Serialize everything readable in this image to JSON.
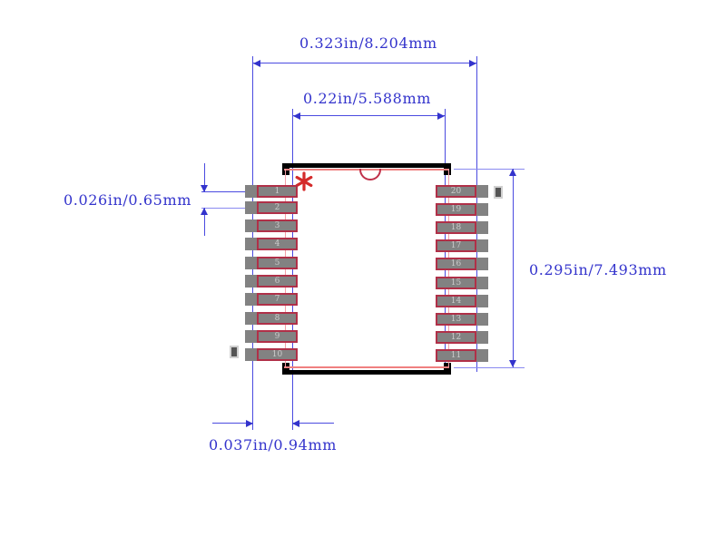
{
  "drawing": {
    "type": "pcb-land-pattern",
    "package": "20-pin dual-row SSOP footprint",
    "pin_count": 20,
    "background_color": "#ffffff",
    "dimension_color": "#3333cc",
    "pad_fill_color": "#828282",
    "pad_outline_color": "#b03048",
    "body_outline_color": "#000000",
    "pin1_marker_color": "#d42a2a"
  },
  "dimensions": {
    "overall_width": "0.323in/8.204mm",
    "body_width": "0.22in/5.588mm",
    "pitch": "0.026in/0.65mm",
    "overall_height": "0.295in/7.493mm",
    "pad_width": "0.037in/0.94mm"
  },
  "pads": {
    "left_column": [
      {
        "number": "1"
      },
      {
        "number": "2"
      },
      {
        "number": "3"
      },
      {
        "number": "4"
      },
      {
        "number": "5"
      },
      {
        "number": "6"
      },
      {
        "number": "7"
      },
      {
        "number": "8"
      },
      {
        "number": "9"
      },
      {
        "number": "10"
      }
    ],
    "right_column": [
      {
        "number": "20"
      },
      {
        "number": "19"
      },
      {
        "number": "18"
      },
      {
        "number": "17"
      },
      {
        "number": "16"
      },
      {
        "number": "15"
      },
      {
        "number": "14"
      },
      {
        "number": "13"
      },
      {
        "number": "12"
      },
      {
        "number": "11"
      }
    ]
  },
  "markers": {
    "pin1_asterisk": "*",
    "pin1_notch": "semicircle",
    "corner_square_top_right": "square-marker",
    "corner_square_bottom_left": "square-marker"
  }
}
